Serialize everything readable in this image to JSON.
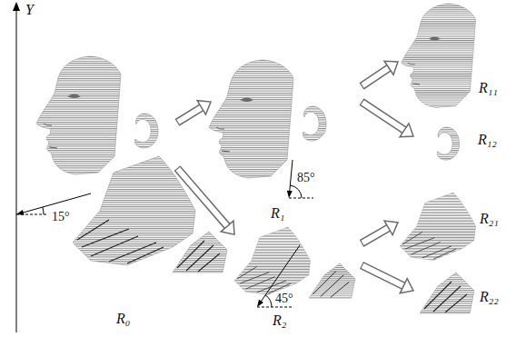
{
  "diagram": {
    "nodes": [
      {
        "text": [
          "R₀"
        ]
      },
      {
        "text": [
          "R₁"
        ]
      },
      {
        "text": [
          "R₂"
        ]
      },
      {
        "text": [
          "R₁₁"
        ]
      },
      {
        "text": [
          "R₁₂"
        ]
      },
      {
        "text": [
          "R₂₁"
        ]
      },
      {
        "text": [
          "R₂₂"
        ]
      }
    ],
    "edges": [
      {
        "from": 0,
        "to": 1,
        "arrow": "to"
      },
      {
        "from": 0,
        "to": 2,
        "arrow": "to"
      },
      {
        "from": 1,
        "to": 3,
        "arrow": "to"
      },
      {
        "from": 1,
        "to": 4,
        "arrow": "to"
      },
      {
        "from": 2,
        "to": 5,
        "arrow": "to"
      },
      {
        "from": 2,
        "to": 6,
        "arrow": "to"
      }
    ],
    "labels": [
      "Y",
      "15°",
      "85°",
      "45°"
    ]
  }
}
